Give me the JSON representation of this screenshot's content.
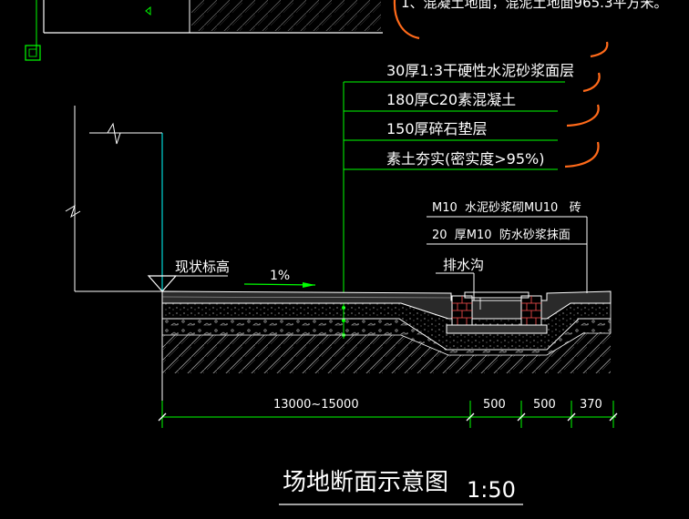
{
  "top_note": "1、混凝土地面，混泥土地面965.3平方米。",
  "layers": [
    "30厚1:3干硬性水泥砂浆面层",
    "180厚C20素混凝土",
    "150厚碎石垫层",
    "素土夯实(密实度>95%)"
  ],
  "ditch_notes": [
    "M10  水泥砂浆砌MU10   砖",
    "20  厚M10  防水砂浆抹面"
  ],
  "labels": {
    "existing_elevation": "现状标高",
    "slope": "1%",
    "drain": "排水沟"
  },
  "dimensions": [
    "13000~15000",
    "500",
    "500",
    "370"
  ],
  "title": {
    "main": "场地断面示意图",
    "scale": "1:50"
  },
  "colors": {
    "background": "#000000",
    "line_white": "#ffffff",
    "line_green": "#00ff00",
    "line_cyan": "#00ffff",
    "markup_orange": "#ff6a1a"
  }
}
